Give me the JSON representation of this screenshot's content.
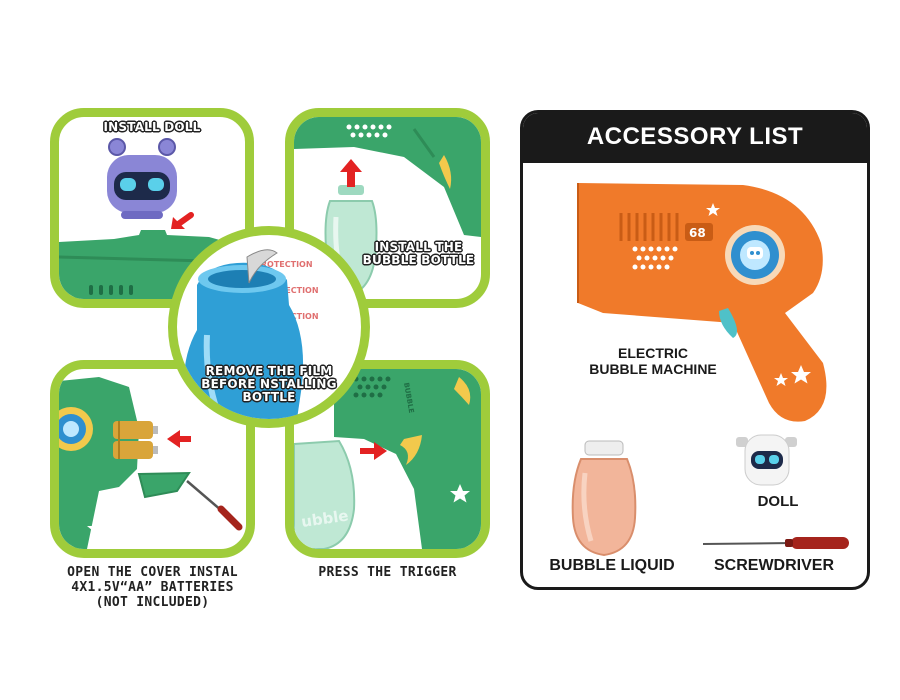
{
  "steps": [
    {
      "label": "INSTALL DOLL"
    },
    {
      "label": "INSTALL THE BUBBLE BOTTLE"
    },
    {
      "label": "REMOVE THE FILM BEFORE NSTALLING BOTTLE"
    },
    {
      "caption_lines": [
        "OPEN THE COVER INSTAL",
        "4X1.5V“AA” BATTERIES",
        "(NOT INCLUDED)"
      ]
    },
    {
      "caption": "PRESS THE TRIGGER"
    }
  ],
  "film_text": "PROTECTION",
  "bottle_text": "ubble",
  "gun_text": {
    "counter": "68",
    "side": "BUBBLE"
  },
  "accessory_list": {
    "title": "ACCESSORY LIST",
    "items": [
      {
        "label_lines": [
          "ELECTRIC",
          "BUBBLE MACHINE"
        ]
      },
      {
        "label": "DOLL"
      },
      {
        "label": "BUBBLE LIQUID"
      },
      {
        "label": "SCREWDRIVER"
      }
    ]
  },
  "colors": {
    "panel_border": "#9fcc3b",
    "green_gun": "#3aa56a",
    "orange_gun": "#f07a2a",
    "arrow_red": "#e32222",
    "doll_purple": "#8a86d6"
  }
}
